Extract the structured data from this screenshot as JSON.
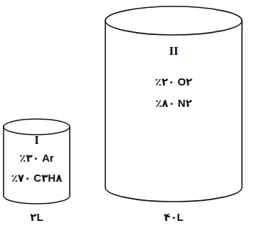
{
  "diagram": {
    "nodes": [
      {
        "text": [
          "I",
          "٪۳۰ Ar",
          "٪۷۰ C۳H۸",
          "۲L"
        ]
      },
      {
        "text": [
          "II",
          "٪۲۰ O۲",
          "٪۸۰ N۲",
          "۴۰L"
        ]
      }
    ]
  }
}
